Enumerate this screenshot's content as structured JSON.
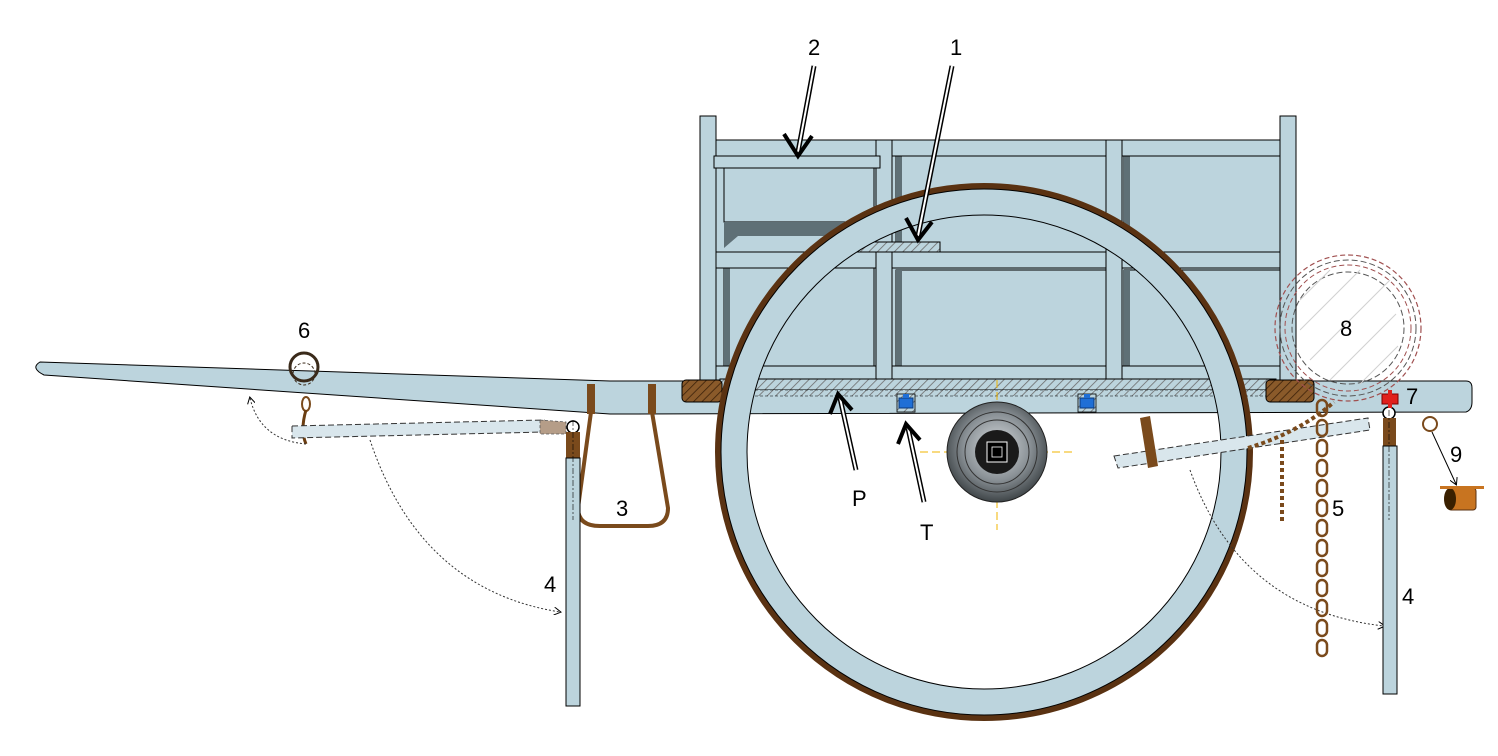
{
  "colors": {
    "wood": "#bcd4dd",
    "shadow": "#5f7076",
    "iron_brown": "#7a4a1c",
    "rim_brown": "#5a3212",
    "bolt_blue": "#1f6fd6",
    "pin_red": "#e0201c",
    "guide_yellow": "#f0b400"
  },
  "labels": {
    "n1": "1",
    "n2": "2",
    "n3": "3",
    "n4_left": "4",
    "n4_right": "4",
    "n5": "5",
    "n6": "6",
    "n7": "7",
    "n8": "8",
    "n9": "9",
    "p": "P",
    "t": "T"
  }
}
